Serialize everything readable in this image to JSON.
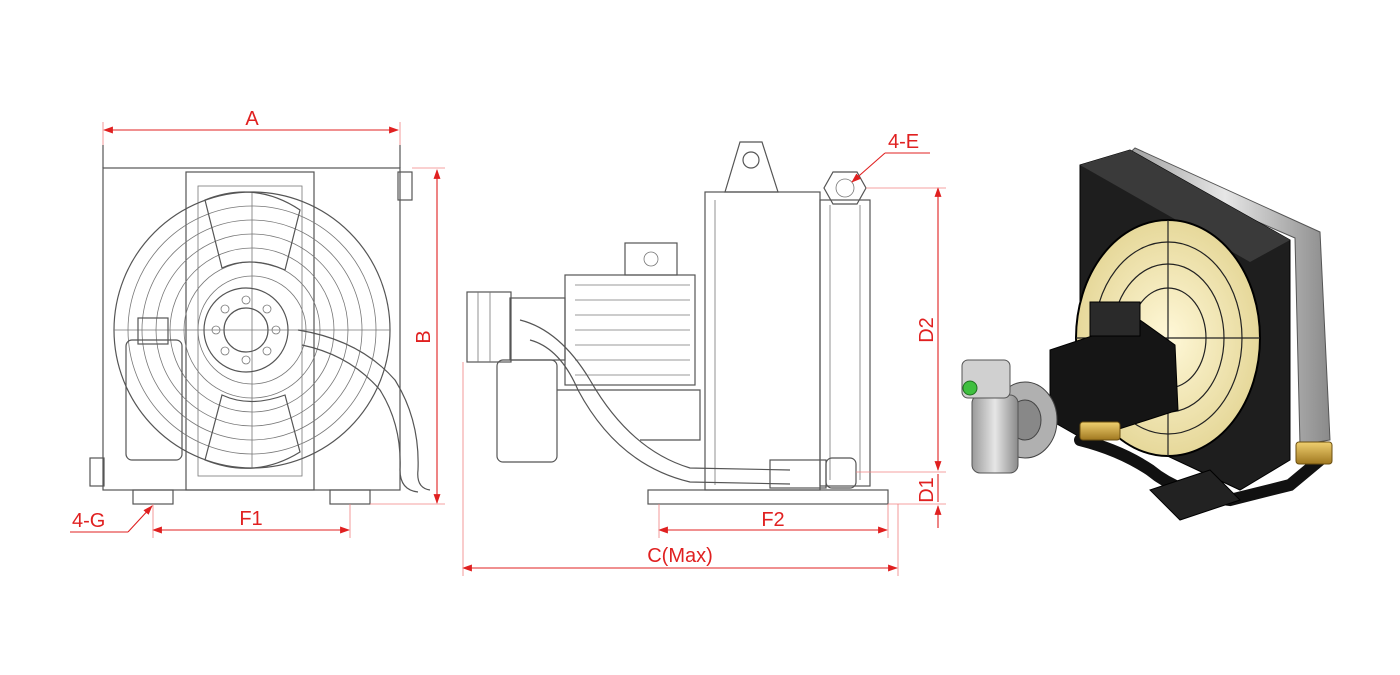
{
  "labels": {
    "a": "A",
    "b": "B",
    "c_max": "C(Max)",
    "d1": "D1",
    "d2": "D2",
    "e": "4-E",
    "f1": "F1",
    "f2": "F2",
    "g": "4-G"
  },
  "colors": {
    "dimension": "#e02020",
    "outline": "#555555",
    "housing_3d": "#1e1e1e",
    "fitting_3d": "#c8a040"
  }
}
